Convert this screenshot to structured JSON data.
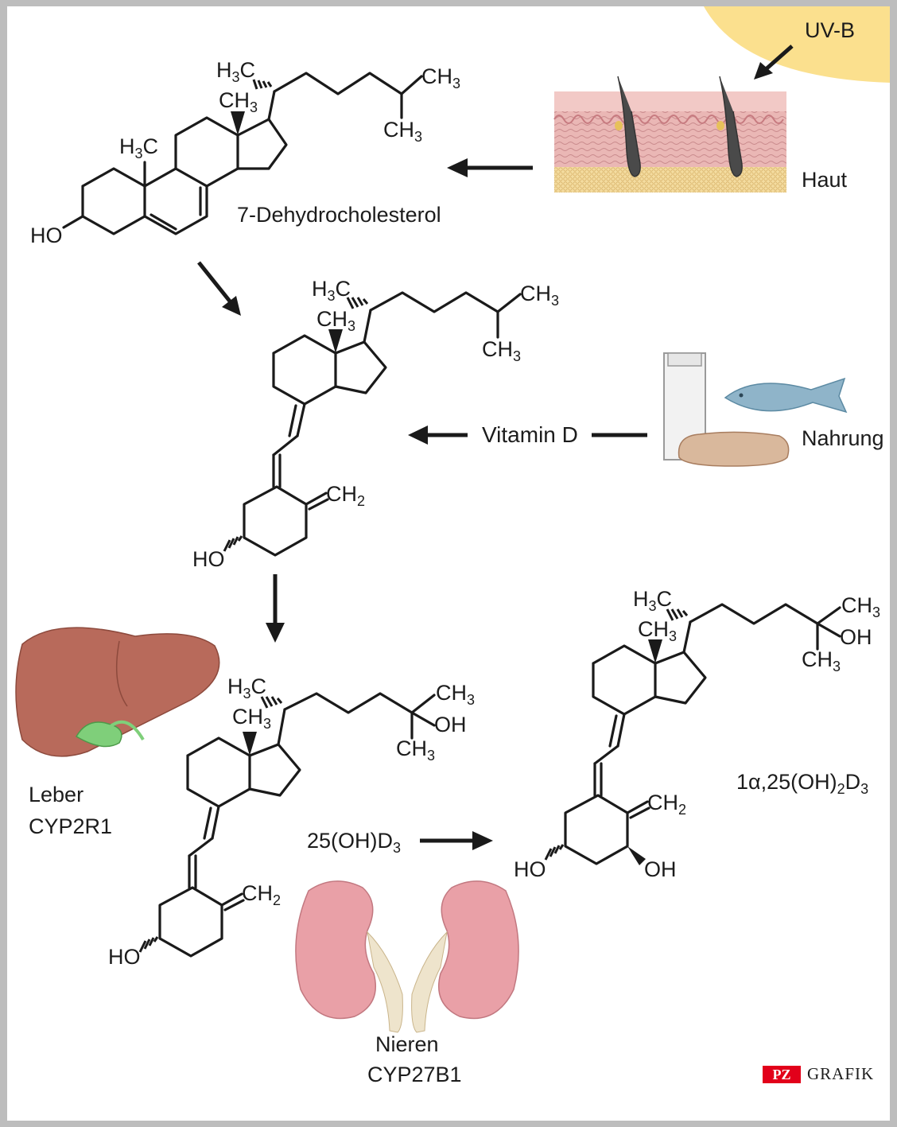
{
  "sources": {
    "uvb": "UV-B",
    "skin": "Haut",
    "food": "Nahrung"
  },
  "molecules": {
    "m1": {
      "name": "7-Dehydrocholesterol"
    },
    "m2": {
      "name": "Vitamin D"
    },
    "m3": {
      "name": "25(OH)D3"
    },
    "m4": {
      "name": "1α,25(OH)2D3"
    }
  },
  "organs": {
    "liver": {
      "name": "Leber",
      "enzyme": "CYP2R1"
    },
    "kidney": {
      "name": "Nieren",
      "enzyme": "CYP27B1"
    }
  },
  "atoms": {
    "h3c": "H3C",
    "ch3": "CH3",
    "ch2": "CH2",
    "oh": "OH",
    "ho": "HO"
  },
  "logo": {
    "badge": "PZ",
    "text": "GRAFIK"
  },
  "colors": {
    "sun": "#fbe08e",
    "accent": "#e2001a",
    "skin": "#e9b3b3",
    "fat": "#f4dca0",
    "liver": "#b86a5b",
    "kidney": "#e9a0a7",
    "fish": "#8fb4c9",
    "bread": "#d9b89c"
  }
}
